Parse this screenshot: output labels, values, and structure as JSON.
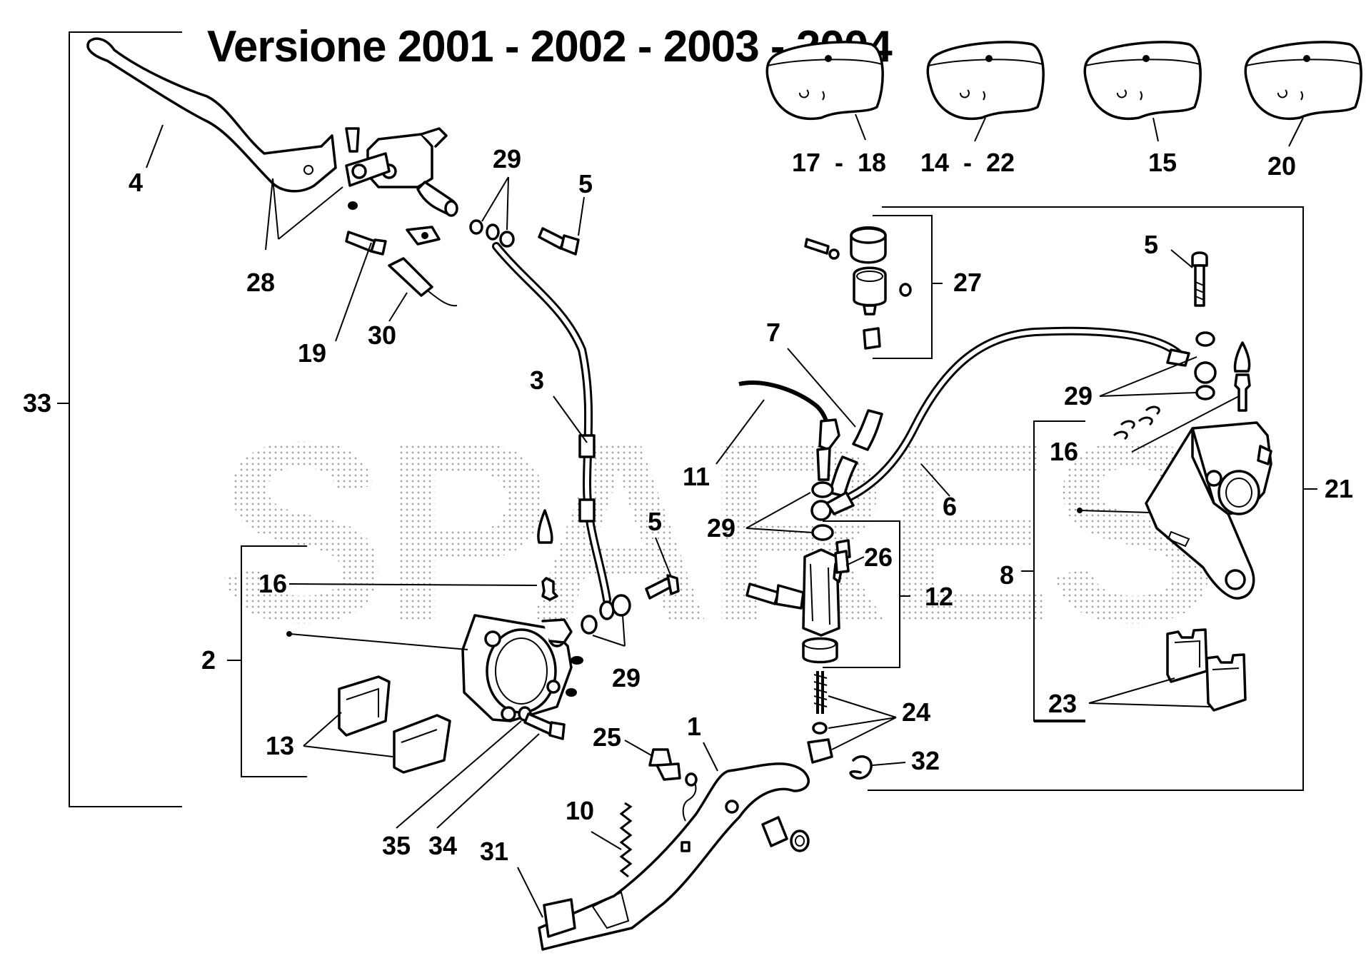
{
  "title": "Versione 2001 - 2002 - 2003 - 2004",
  "watermark_text": "SPARES",
  "reservoir_variants": [
    {
      "label": "17  -  18"
    },
    {
      "label": "14  -  22"
    },
    {
      "label": "15"
    },
    {
      "label": "20"
    }
  ],
  "callouts": {
    "c1": "1",
    "c2": "2",
    "c3": "3",
    "c4": "4",
    "c5a": "5",
    "c5b": "5",
    "c5c": "5",
    "c6": "6",
    "c7": "7",
    "c8": "8",
    "c10": "10",
    "c11": "11",
    "c12": "12",
    "c13": "13",
    "c16a": "16",
    "c16b": "16",
    "c19": "19",
    "c21": "21",
    "c23": "23",
    "c24": "24",
    "c25": "25",
    "c26": "26",
    "c27": "27",
    "c28": "28",
    "c29a": "29",
    "c29b": "29",
    "c29c": "29",
    "c29d": "29",
    "c30": "30",
    "c31": "31",
    "c32": "32",
    "c33": "33",
    "c34": "34",
    "c35": "35"
  },
  "colors": {
    "line": "#000000",
    "background": "#ffffff",
    "watermark": "#bdbdbd"
  }
}
